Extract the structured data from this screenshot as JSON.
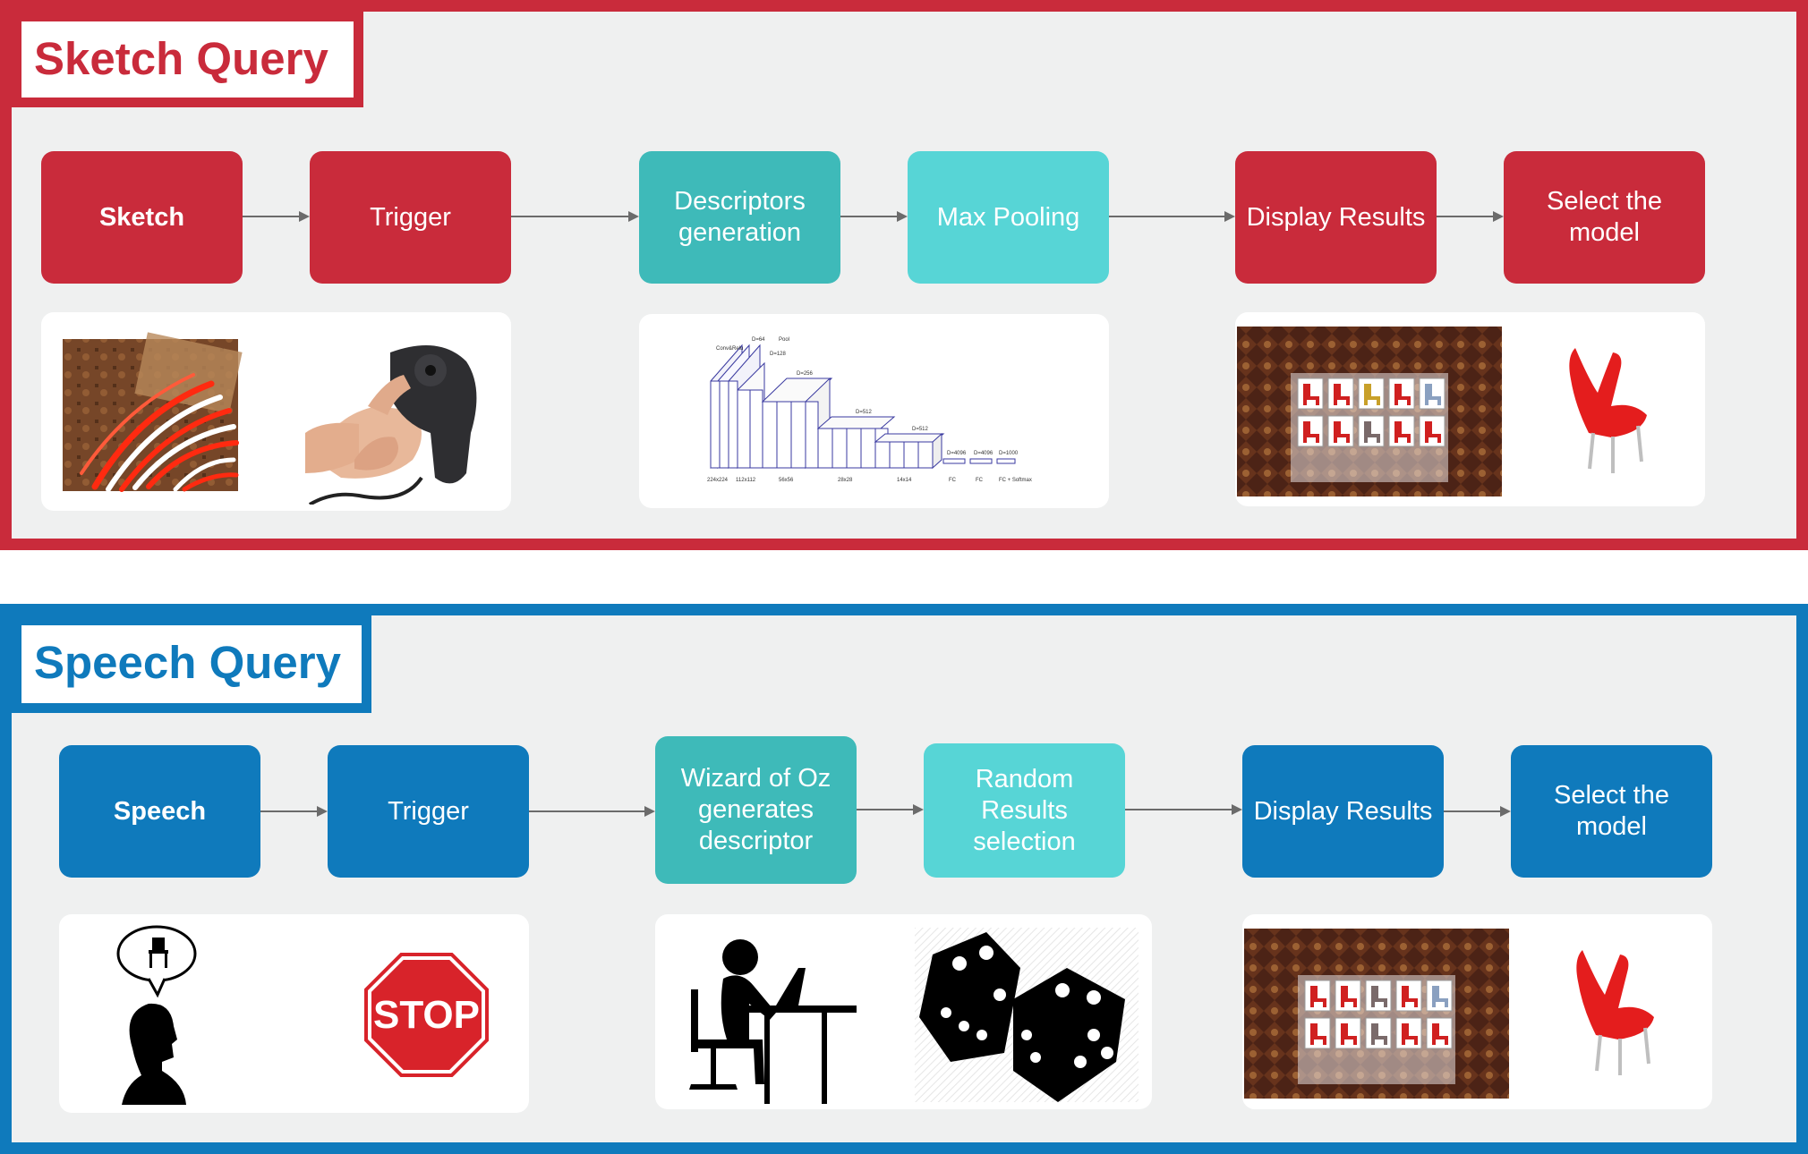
{
  "sketch": {
    "title": "Sketch Query",
    "steps": [
      {
        "label": "Sketch"
      },
      {
        "label": "Trigger"
      },
      {
        "label": "Descriptors generation"
      },
      {
        "label": "Max Pooling"
      },
      {
        "label": "Display Results"
      },
      {
        "label": "Select the model"
      }
    ]
  },
  "speech": {
    "title": "Speech Query",
    "steps": [
      {
        "label": "Speech"
      },
      {
        "label": "Trigger"
      },
      {
        "label": "Wizard of Oz generates descriptor"
      },
      {
        "label": "Random Results selection"
      },
      {
        "label": "Display Results"
      },
      {
        "label": "Select the model"
      }
    ],
    "stop_sign_text": "STOP"
  },
  "colors": {
    "sketch_accent": "#c92b3b",
    "speech_accent": "#0f7abc",
    "teal": "#3ebab9",
    "cyan": "#57d5d6",
    "panel_bg": "#eff0f0"
  }
}
